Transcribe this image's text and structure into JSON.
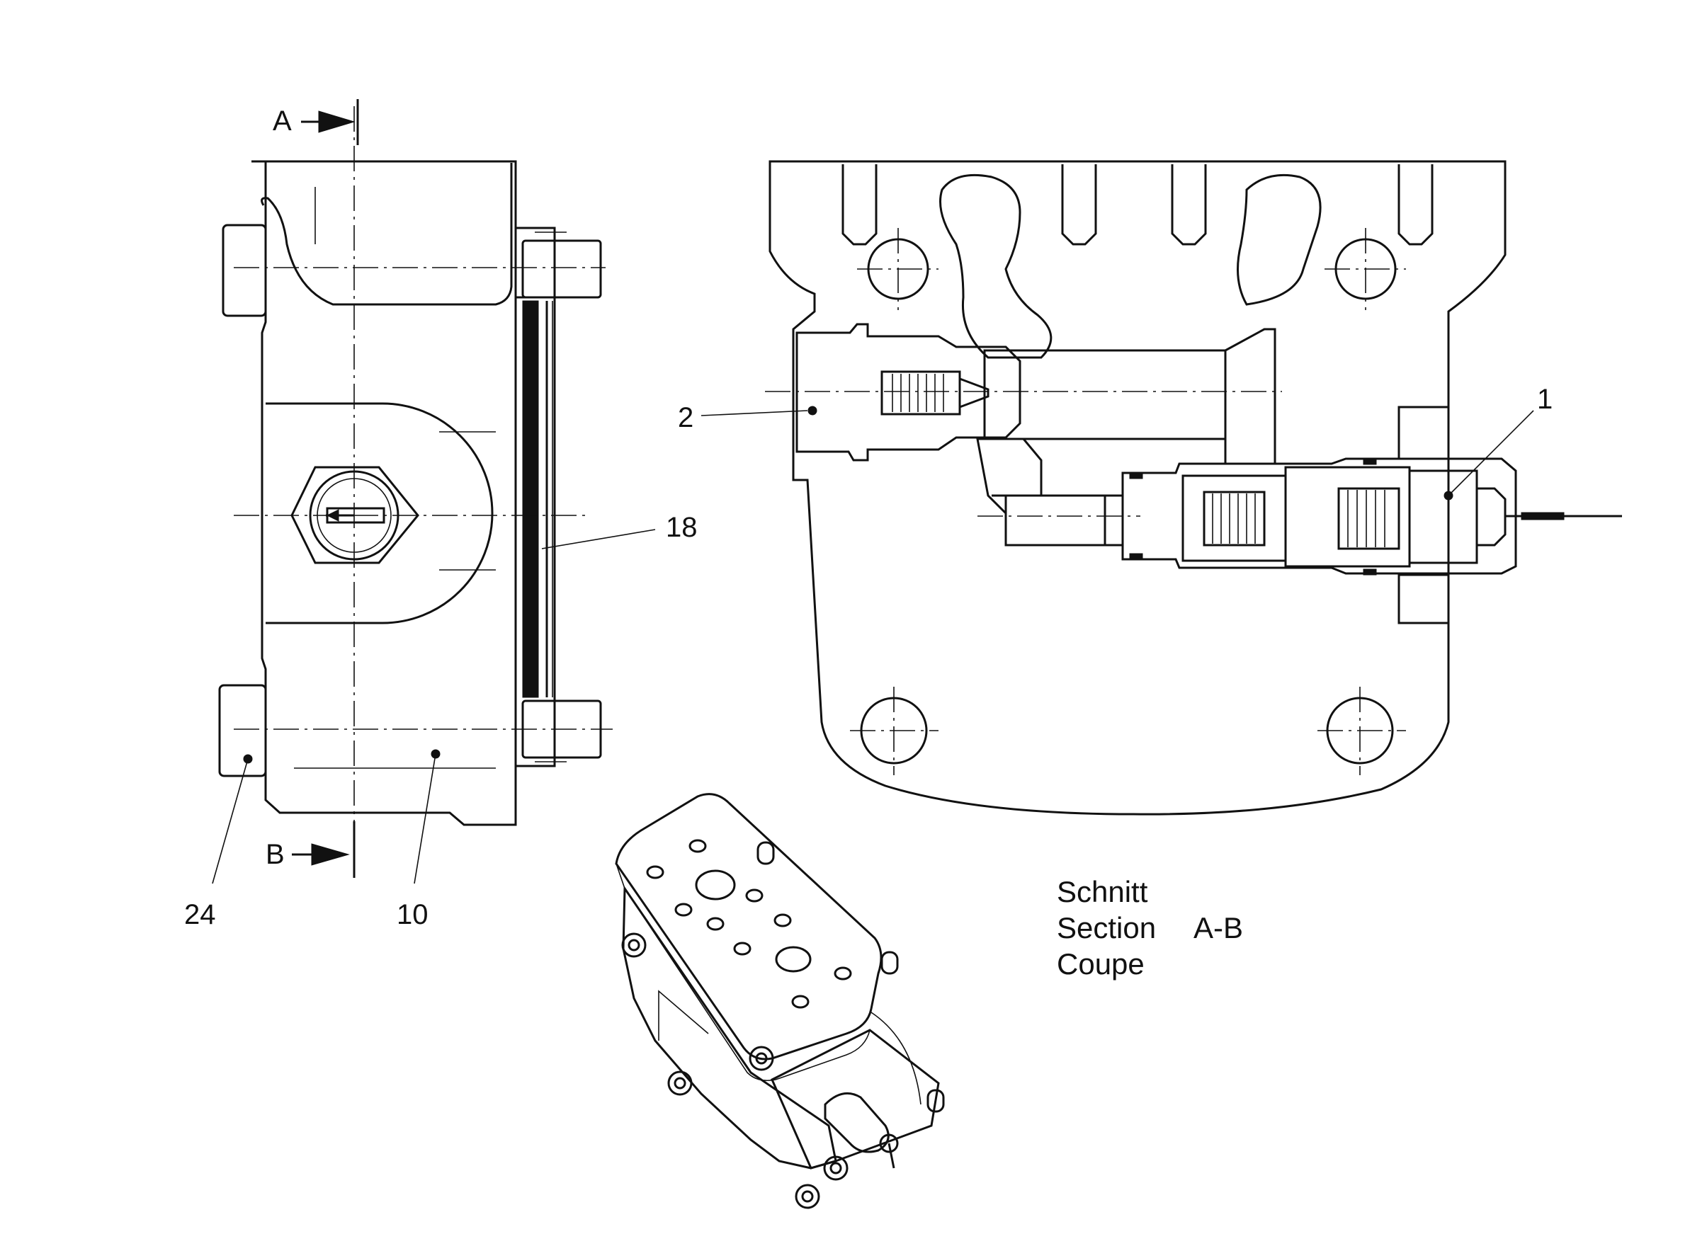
{
  "section_markers": {
    "top": "A",
    "bottom": "B"
  },
  "callouts": {
    "c1": "1",
    "c2": "2",
    "c10": "10",
    "c18": "18",
    "c24": "24"
  },
  "caption": {
    "line1": "Schnitt",
    "line2_word": "Section",
    "line2_code": "A-B",
    "line3": "Coupe"
  }
}
